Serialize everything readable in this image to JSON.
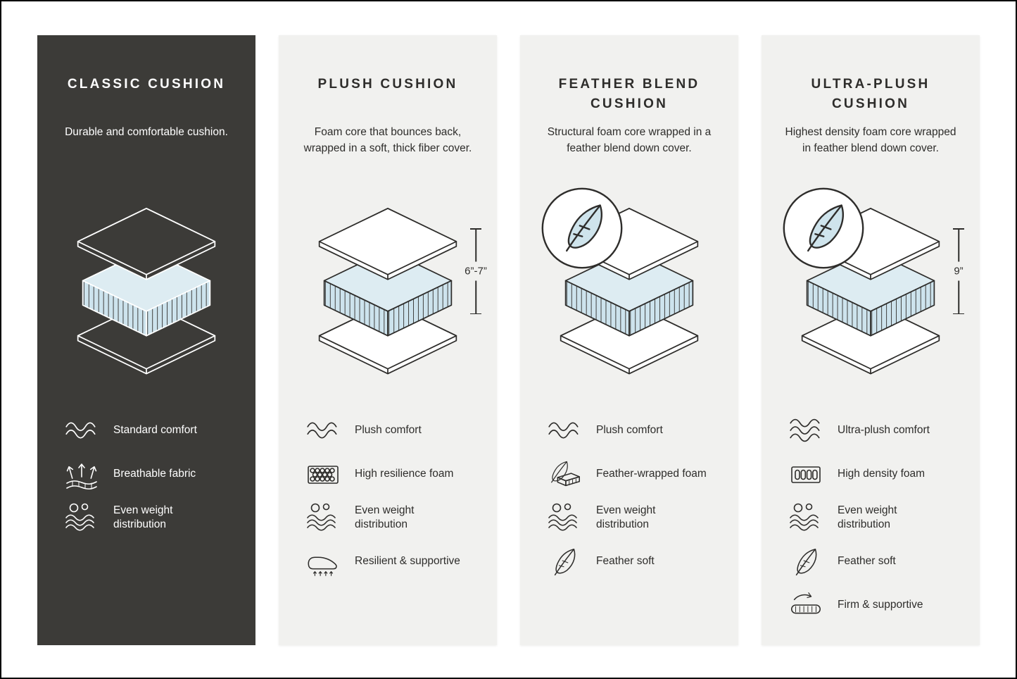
{
  "page": {
    "background": "#ffffff"
  },
  "colors": {
    "dark_panel": "#3c3b38",
    "light_panel": "#f1f1ef",
    "accent_blue": "#cfe4ec",
    "ink": "#2e2d2b"
  },
  "cards": [
    {
      "id": "classic",
      "title": "CLASSIC CUSHION",
      "description": "Durable and comfortable cushion.",
      "theme": "dark",
      "illustration": "layered-cushion-icon",
      "features": [
        {
          "icon": "waves-icon",
          "label": "Standard comfort"
        },
        {
          "icon": "breathable-fabric-icon",
          "label": "Breathable fabric"
        },
        {
          "icon": "even-weight-icon",
          "label": "Even weight distribution"
        }
      ]
    },
    {
      "id": "plush",
      "title": "PLUSH CUSHION",
      "description": "Foam core that bounces back, wrapped in a soft, thick fiber cover.",
      "theme": "light",
      "illustration": "layered-cushion-icon",
      "dimension": "6”-7”",
      "features": [
        {
          "icon": "waves-icon",
          "label": "Plush comfort"
        },
        {
          "icon": "resilience-foam-icon",
          "label": "High resilience foam"
        },
        {
          "icon": "even-weight-icon",
          "label": "Even weight distribution"
        },
        {
          "icon": "resilient-supportive-icon",
          "label": "Resilient & supportive"
        }
      ]
    },
    {
      "id": "feather-blend",
      "title": "FEATHER BLEND CUSHION",
      "description": "Structural foam core wrapped in a feather blend down cover.",
      "theme": "light",
      "illustration": "layered-cushion-icon",
      "badge": "feather",
      "features": [
        {
          "icon": "waves-icon",
          "label": "Plush comfort"
        },
        {
          "icon": "feather-foam-icon",
          "label": "Feather-wrapped foam"
        },
        {
          "icon": "even-weight-icon",
          "label": "Even weight distribution"
        },
        {
          "icon": "feather-icon",
          "label": "Feather soft"
        }
      ]
    },
    {
      "id": "ultra-plush",
      "title": "ULTRA-PLUSH CUSHION",
      "description": "Highest density foam core wrapped in feather blend down cover.",
      "theme": "light",
      "illustration": "layered-cushion-icon",
      "badge": "feather",
      "dimension": "9”",
      "features": [
        {
          "icon": "waves-icon",
          "label": "Ultra-plush comfort"
        },
        {
          "icon": "density-foam-icon",
          "label": "High density foam"
        },
        {
          "icon": "even-weight-icon",
          "label": "Even weight distribution"
        },
        {
          "icon": "feather-icon",
          "label": "Feather soft"
        },
        {
          "icon": "firm-supportive-icon",
          "label": "Firm & supportive"
        }
      ]
    }
  ]
}
